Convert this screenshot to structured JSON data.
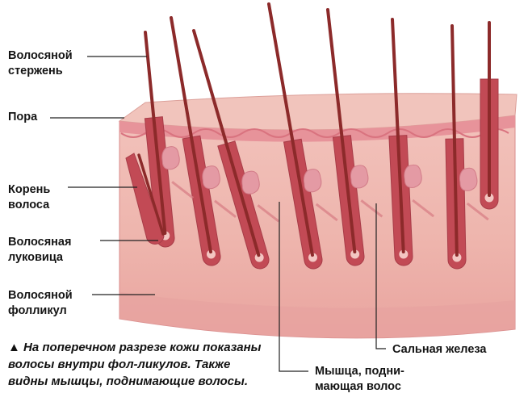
{
  "labels": {
    "hair_shaft": "Волосяной\nстержень",
    "pore": "Пора",
    "hair_root": "Корень\nволоса",
    "hair_bulb": "Волосяная\nлуковица",
    "hair_follicle": "Волосяной\nфолликул",
    "sebaceous_gland": "Сальная железа",
    "arrector_muscle": "Мышца, подни-\nмающая волос"
  },
  "caption": {
    "marker": "▲",
    "text": "На поперечном разрезе кожи показаны волосы внутри фол-ликулов. Также видны мышцы, поднимающие волосы."
  },
  "colors": {
    "skin_top": "#e8a8a4",
    "skin_body": "#efb8b2",
    "epidermis": "#e58f96",
    "follicle": "#c24a55",
    "hair": "#8c2a2a",
    "gland": "#e49aa4",
    "leader_line": "#222222"
  }
}
